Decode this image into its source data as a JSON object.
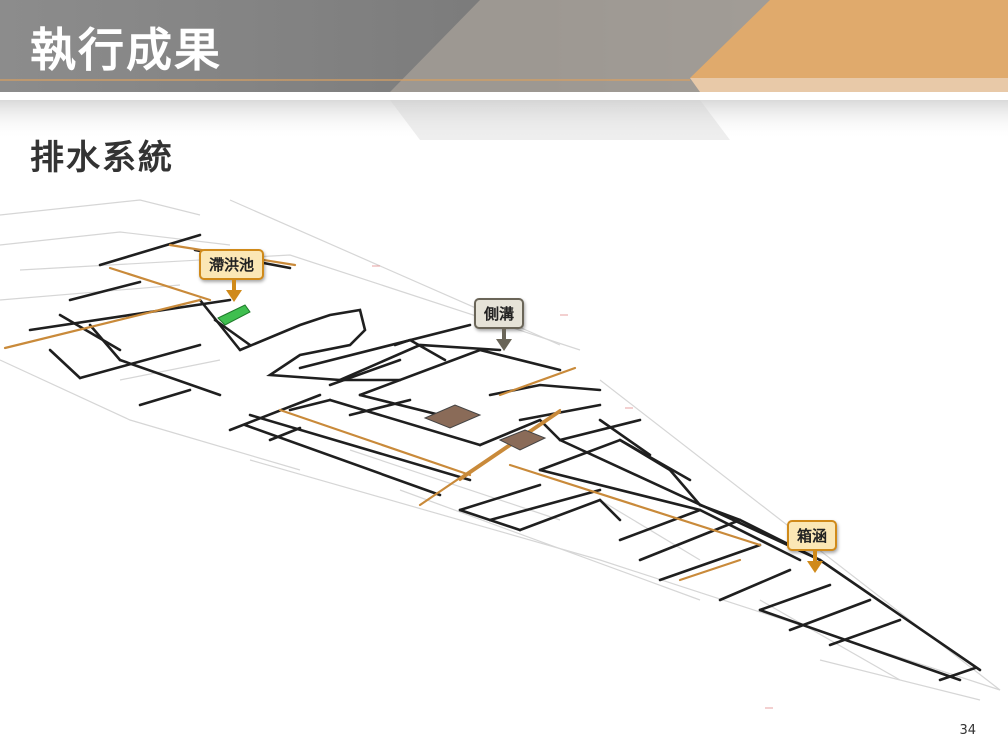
{
  "slide": {
    "title": "執行成果",
    "subtitle": "排水系統",
    "page_number": "34"
  },
  "labels": {
    "detention_pond": "滯洪池",
    "side_ditch": "側溝",
    "box_culvert": "箱涵"
  },
  "colors": {
    "header_gray": "#8a8a8a",
    "header_orange": "#e3a86a",
    "callout_orange_border": "#d08a1a",
    "callout_gray_border": "#6a6558",
    "pipe_dark": "#222222",
    "pipe_orange": "#c98a3a",
    "pond_green": "#3fbf4f"
  }
}
